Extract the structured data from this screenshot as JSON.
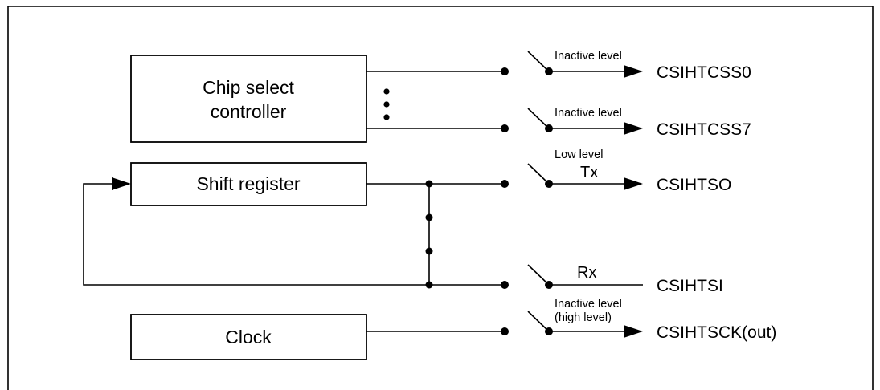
{
  "blocks": {
    "chip_select": {
      "line1": "Chip select",
      "line2": "controller"
    },
    "shift_register": {
      "label": "Shift register"
    },
    "clock": {
      "label": "Clock"
    }
  },
  "outputs": {
    "css0": {
      "name": "CSIHTCSS0",
      "level": "Inactive level"
    },
    "css7": {
      "name": "CSIHTCSS7",
      "level": "Inactive level"
    },
    "tso": {
      "name": "CSIHTSO",
      "level": "Low level",
      "dir": "Tx"
    },
    "tsi": {
      "name": "CSIHTSI",
      "dir": "Rx"
    },
    "tsck": {
      "name": "CSIHTSCK(out)",
      "level_line1": "Inactive level",
      "level_line2": "(high level)"
    }
  }
}
